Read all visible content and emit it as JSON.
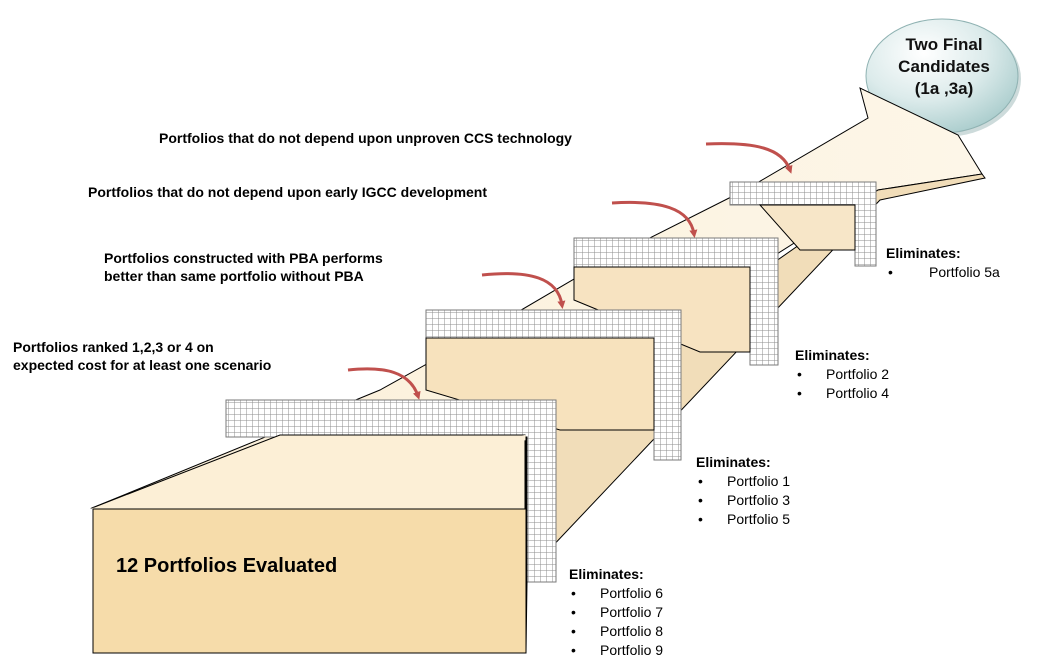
{
  "diagram": {
    "base_label": "12 Portfolios Evaluated",
    "final": {
      "lines": [
        "Two Final",
        "Candidates",
        "(1a ,3a)"
      ]
    },
    "criteria": [
      {
        "lines": [
          "Portfolios ranked 1,2,3 or 4 on",
          "expected cost for at least one scenario"
        ]
      },
      {
        "lines": [
          "Portfolios constructed with PBA performs",
          "better than same portfolio without PBA"
        ]
      },
      {
        "lines": [
          "Portfolios that do not depend upon early IGCC development"
        ]
      },
      {
        "lines": [
          "Portfolios that do not depend upon unproven CCS technology"
        ]
      }
    ],
    "eliminations": [
      {
        "heading": "Eliminates:",
        "bullet": "•",
        "items": [
          "Portfolio  6",
          "Portfolio  7",
          "Portfolio  8",
          "Portfolio  9"
        ]
      },
      {
        "heading": "Eliminates:",
        "bullet": "•",
        "items": [
          "Portfolio  1",
          "Portfolio  3",
          "Portfolio  5"
        ]
      },
      {
        "heading": "Eliminates:",
        "bullet": "•",
        "items": [
          "Portfolio  2",
          "Portfolio  4"
        ]
      },
      {
        "heading": "Eliminates:",
        "bullet": "•",
        "items": [
          "Portfolio 5a"
        ]
      }
    ],
    "colors": {
      "prism_front": "#f6dcaa",
      "prism_top": "#fdf4e2",
      "prism_side": "#f4e2c2",
      "prism_outline": "#000000",
      "filter_grid": "#8e8e8e",
      "callout_arrow": "#c0504d",
      "sphere_light": "#ffffff",
      "sphere_dark": "#a9cccc"
    }
  }
}
